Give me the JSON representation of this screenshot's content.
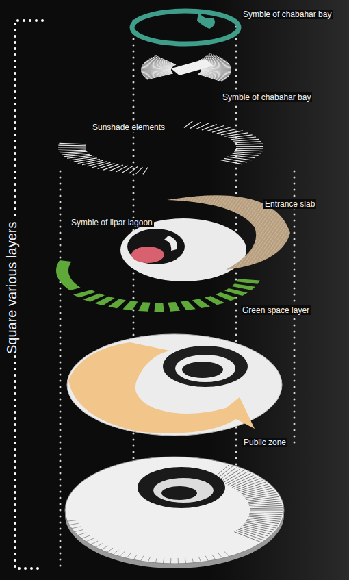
{
  "diagram": {
    "labels": [
      "Symble of chabahar bay",
      "Symble of chabahar bay",
      "Sunshade elements",
      "Entrance slab",
      "Symble of lipar lagoon",
      "Green space layer",
      "Public zone",
      "Square various layers"
    ]
  }
}
